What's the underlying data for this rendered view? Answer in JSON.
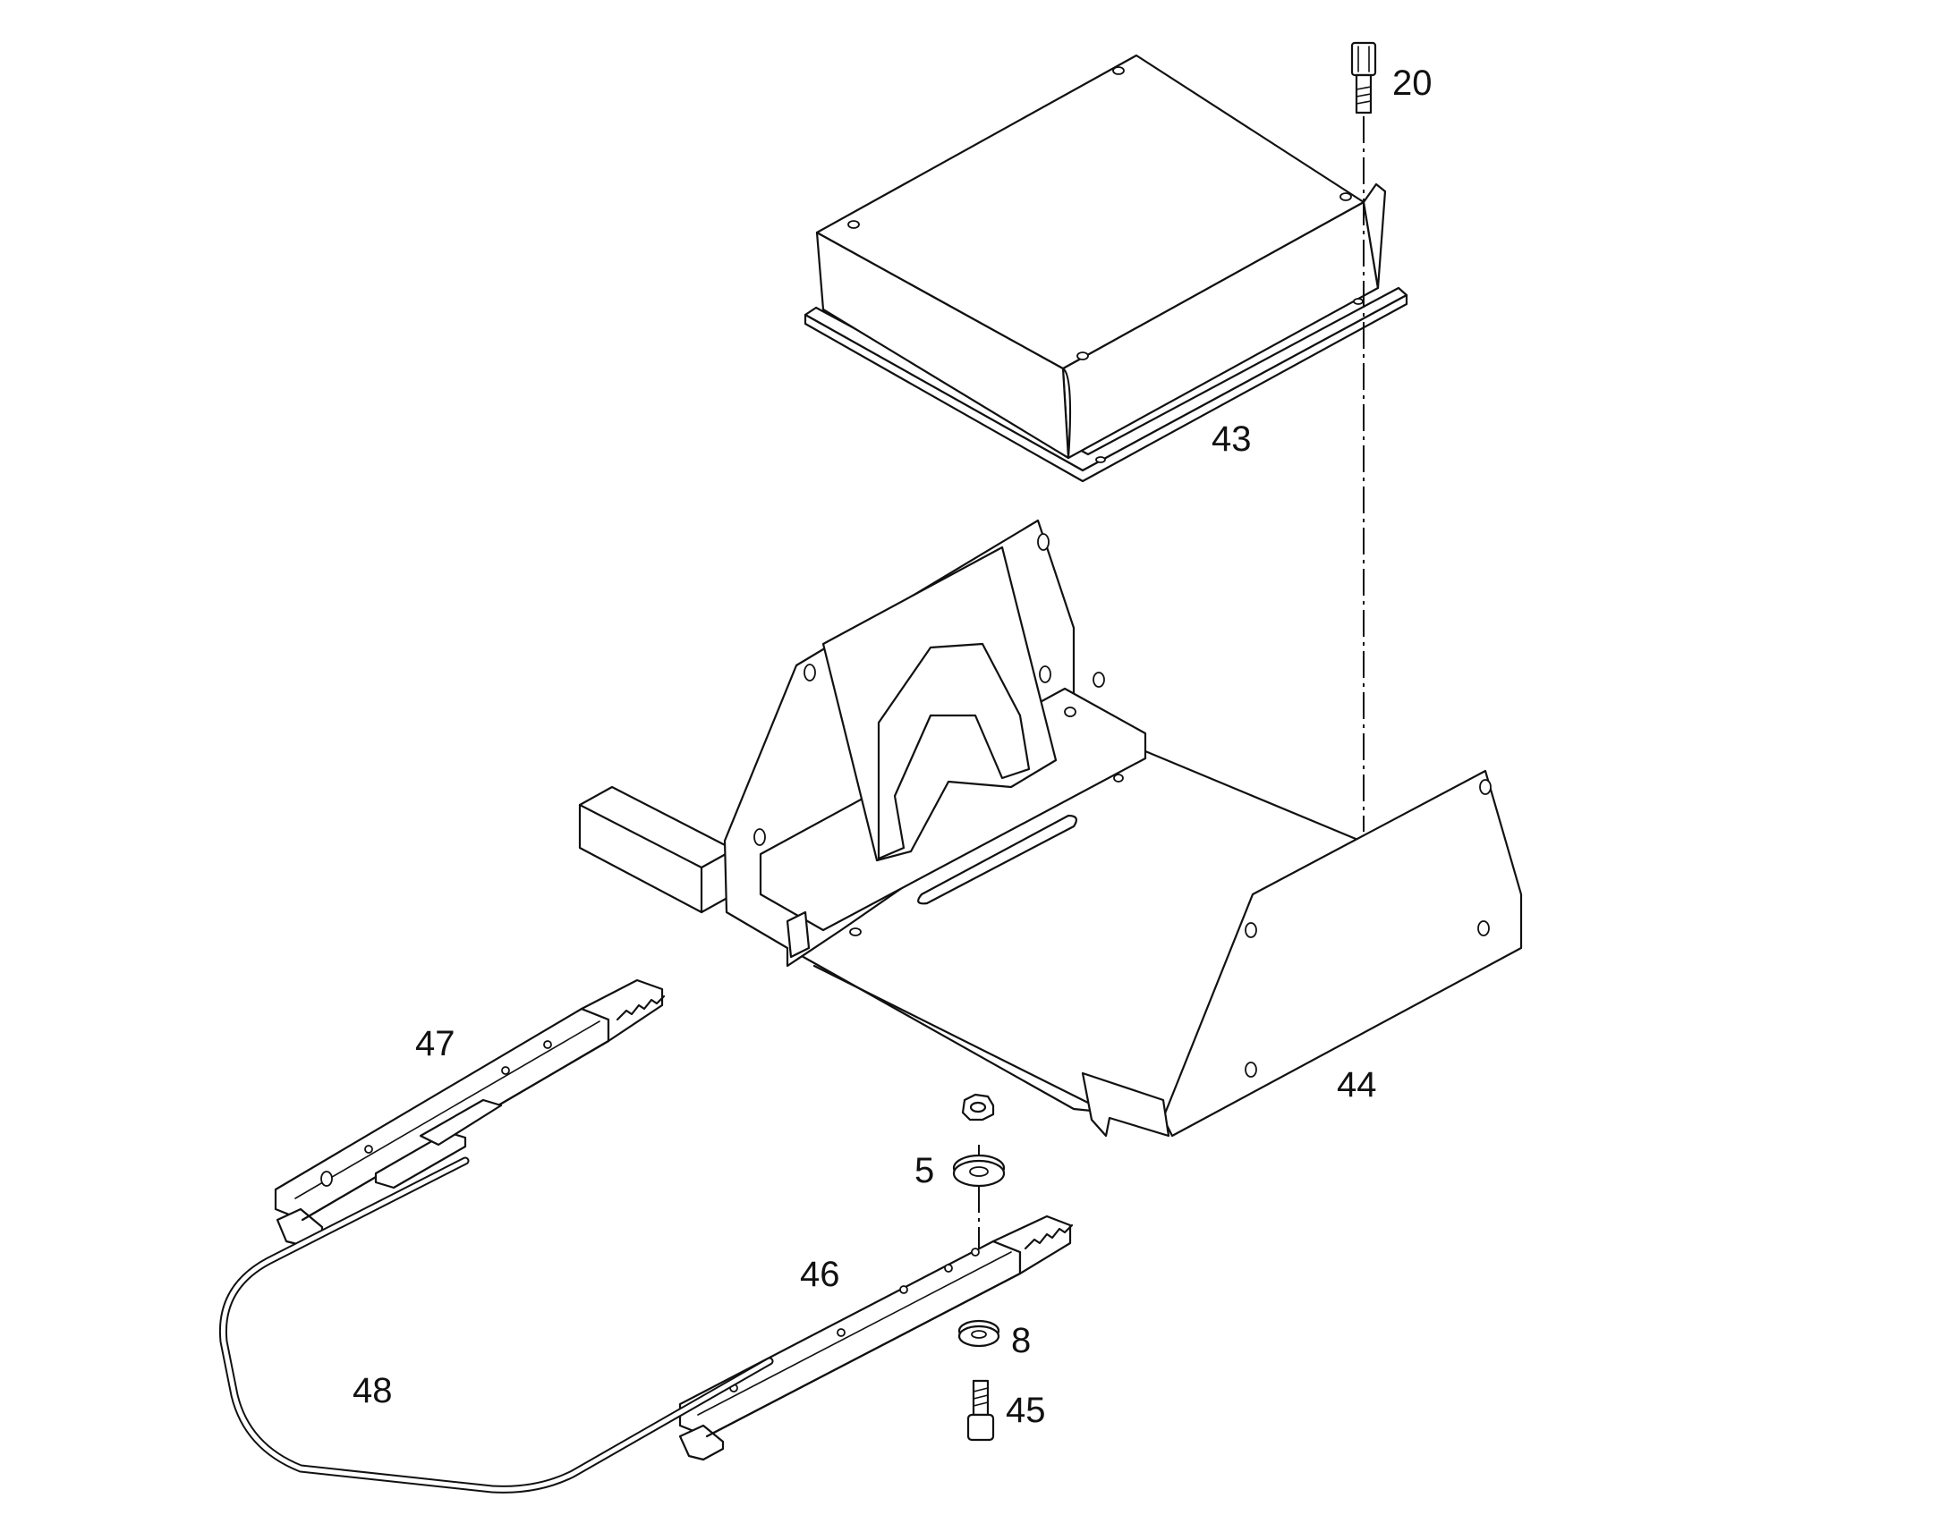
{
  "figure": {
    "callouts": [
      {
        "id": "20",
        "label": "20",
        "part": "cap screw"
      },
      {
        "id": "43",
        "label": "43",
        "part": "cover box"
      },
      {
        "id": "44",
        "label": "44",
        "part": "seat frame"
      },
      {
        "id": "47",
        "label": "47",
        "part": "slide rail (left)"
      },
      {
        "id": "5",
        "label": "5",
        "part": "nut and washer"
      },
      {
        "id": "46",
        "label": "46",
        "part": "slide rail (right)"
      },
      {
        "id": "8",
        "label": "8",
        "part": "washer"
      },
      {
        "id": "45",
        "label": "45",
        "part": "bolt"
      },
      {
        "id": "48",
        "label": "48",
        "part": "release bar"
      }
    ]
  }
}
